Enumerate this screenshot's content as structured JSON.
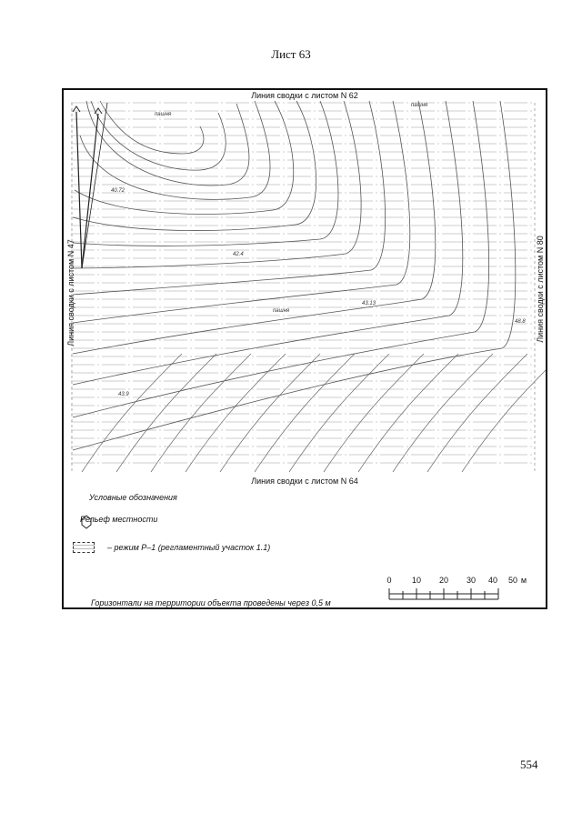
{
  "sheet": {
    "title": "Лист 63",
    "page_number": "554"
  },
  "map": {
    "edge_top": "Линия сводки с листом N 62",
    "edge_bottom": "Линия сводки с листом N 64",
    "edge_left": "Линия сводки с листом N 47",
    "edge_right": "Линия сводки с листом N 80",
    "elevation_labels": [
      "40.72",
      "42.4",
      "43.13",
      "43.9",
      "48.8"
    ],
    "terrain_labels": [
      "пашня",
      "пашня",
      "пашня"
    ]
  },
  "legend": {
    "title": "Условные обозначения",
    "relief_label": "Рельеф местности",
    "zone_label": "– режим Р–1 (регламентный участок 1.1)"
  },
  "footer_note": "Горизонтали на территории объекта проведены через 0,5 м",
  "scale_bar": {
    "ticks": [
      "0",
      "10",
      "20",
      "30",
      "40",
      "50"
    ],
    "unit": "м"
  }
}
